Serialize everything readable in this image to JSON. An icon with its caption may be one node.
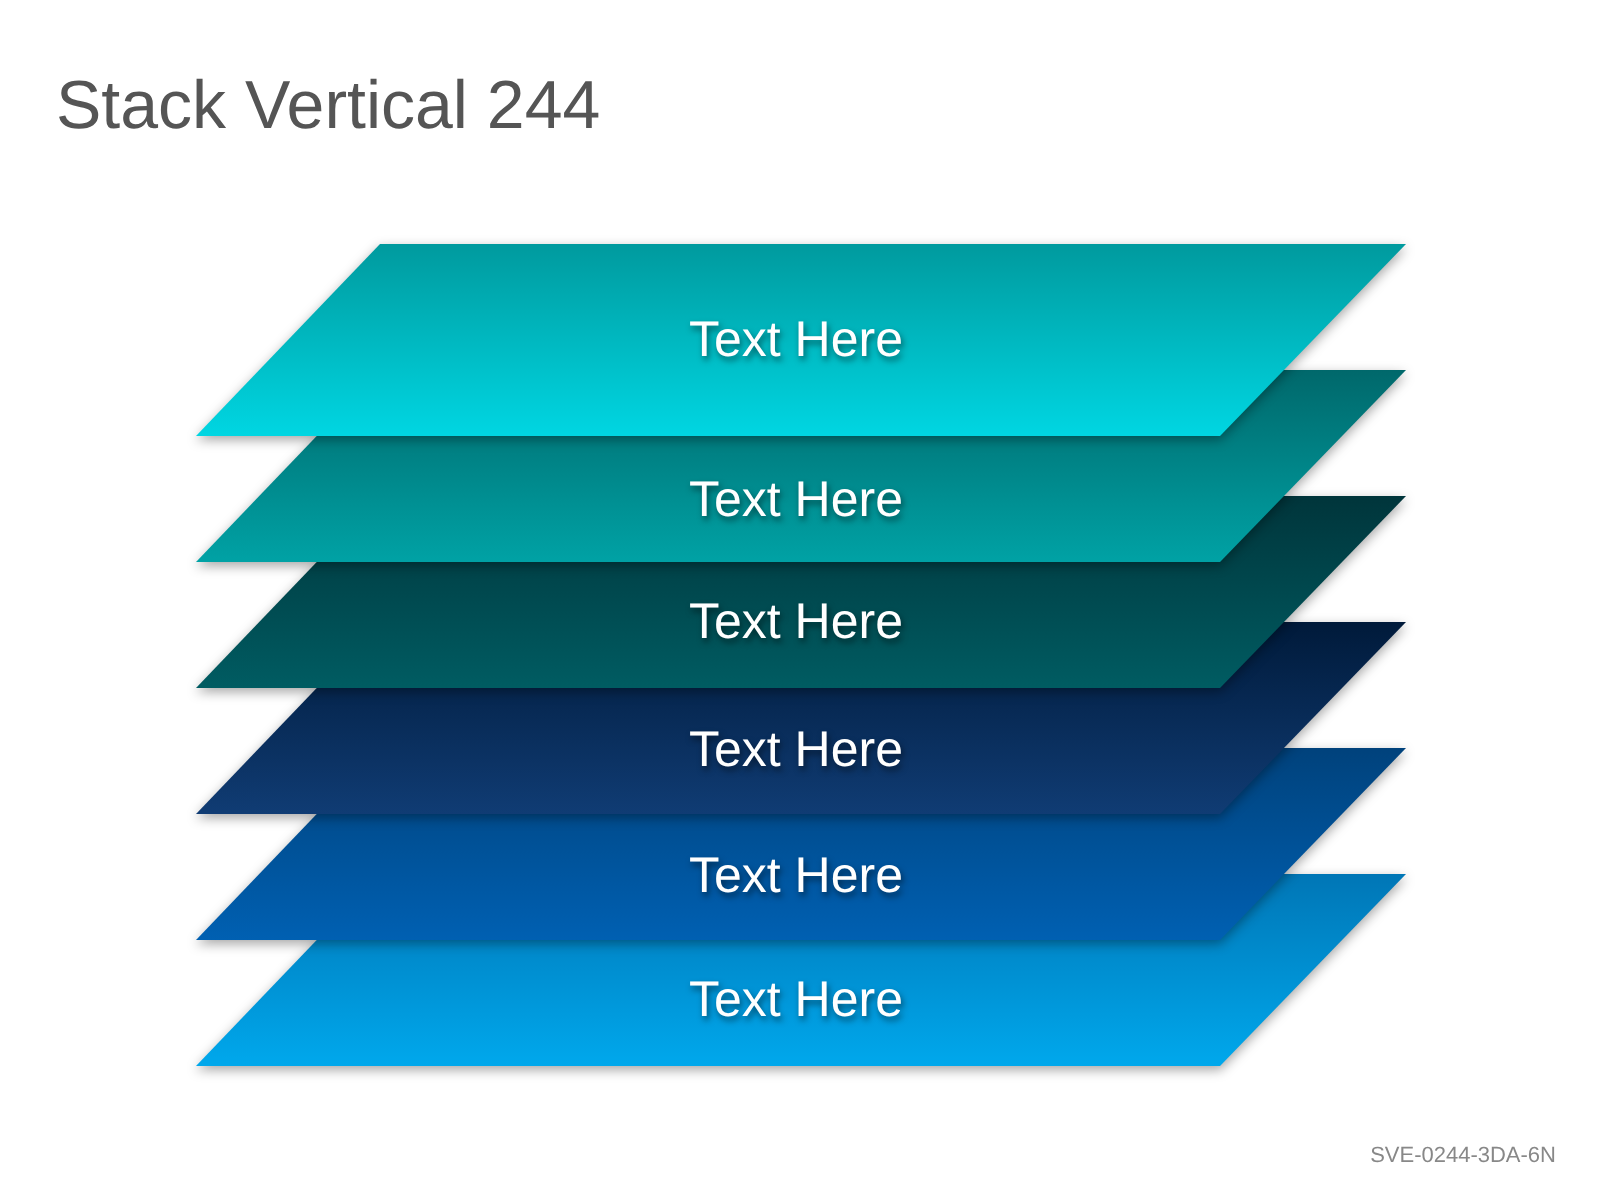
{
  "diagram": {
    "title": "Stack Vertical 244",
    "nodes": [
      {
        "text": [
          "Text Here"
        ]
      },
      {
        "text": [
          "Text Here"
        ]
      },
      {
        "text": [
          "Text Here"
        ]
      },
      {
        "text": [
          "Text Here"
        ]
      },
      {
        "text": [
          "Text Here"
        ]
      },
      {
        "text": [
          "Text Here"
        ]
      }
    ],
    "labels": [
      "SVE-0244-3DA-6N"
    ]
  }
}
